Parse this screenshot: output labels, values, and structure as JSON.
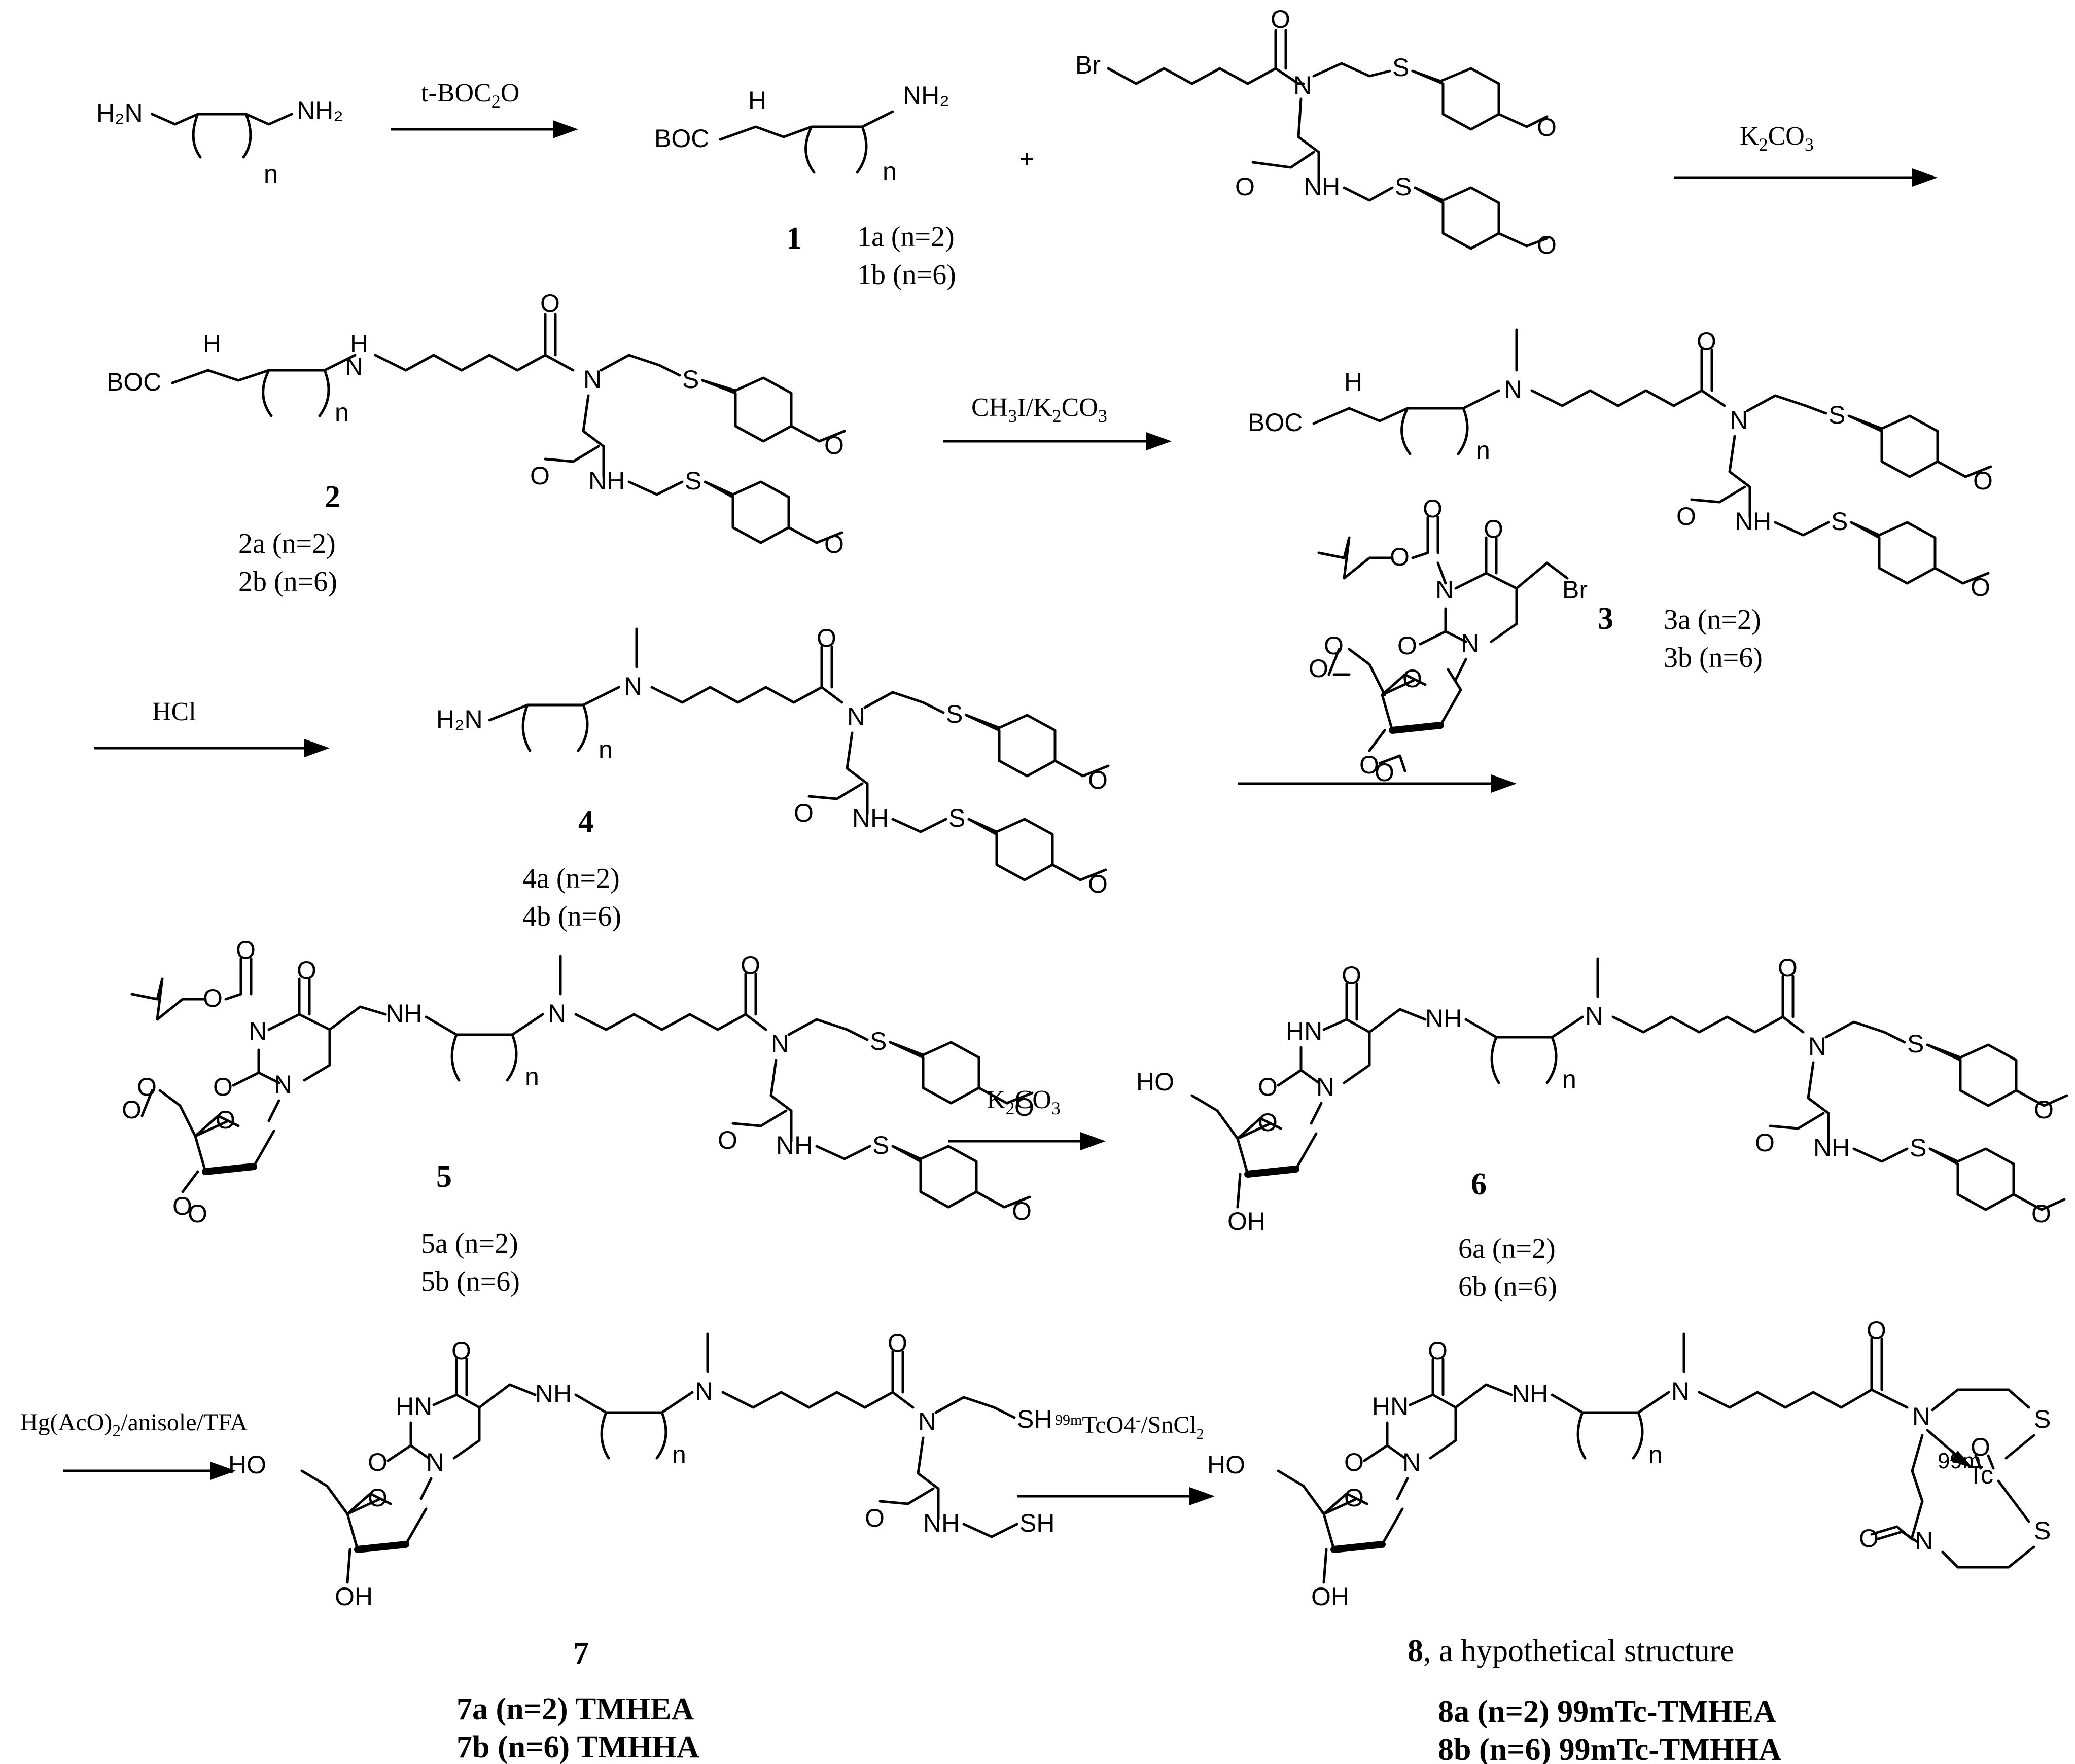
{
  "steps": {
    "s1": "t-BOC2O",
    "s2": "K2CO3",
    "s3": "CH3I/K2CO3",
    "s4": "HCl",
    "s6": "K2CO3",
    "s7": "Hg(AcO)2/anisole/TFA",
    "s8": "99mTcO4-/SnCl2"
  },
  "compounds": {
    "c1": {
      "label": "1",
      "a": "1a (n=2)",
      "b": "1b (n=6)"
    },
    "c2": {
      "label": "2",
      "a": "2a (n=2)",
      "b": "2b (n=6)"
    },
    "c3": {
      "label": "3",
      "a": "3a (n=2)",
      "b": "3b (n=6)"
    },
    "c4": {
      "label": "4",
      "a": "4a (n=2)",
      "b": "4b (n=6)"
    },
    "c5": {
      "label": "5",
      "a": "5a (n=2)",
      "b": "5b (n=6)"
    },
    "c6": {
      "label": "6",
      "a": "6a (n=2)",
      "b": "6b (n=6)"
    },
    "c7": {
      "label": "7",
      "a": "7a (n=2) TMHEA",
      "b": "7b (n=6) TMHHA"
    },
    "c8": {
      "label": "8",
      "note": ", a hypothetical structure",
      "a": "8a (n=2) 99mTc-TMHEA",
      "b": "8b (n=6) 99mTc-TMHHA"
    }
  },
  "atoms": {
    "H2N": "H2N",
    "NH2": "NH2",
    "NH": "NH",
    "N": "N",
    "H": "H",
    "S": "S",
    "O": "O",
    "Br": "Br",
    "BOC": "BOC",
    "n": "n",
    "HN": "HN",
    "HO": "HO",
    "OH": "OH",
    "SH": "SH",
    "Tc": "99mTc",
    "plus": "+"
  }
}
